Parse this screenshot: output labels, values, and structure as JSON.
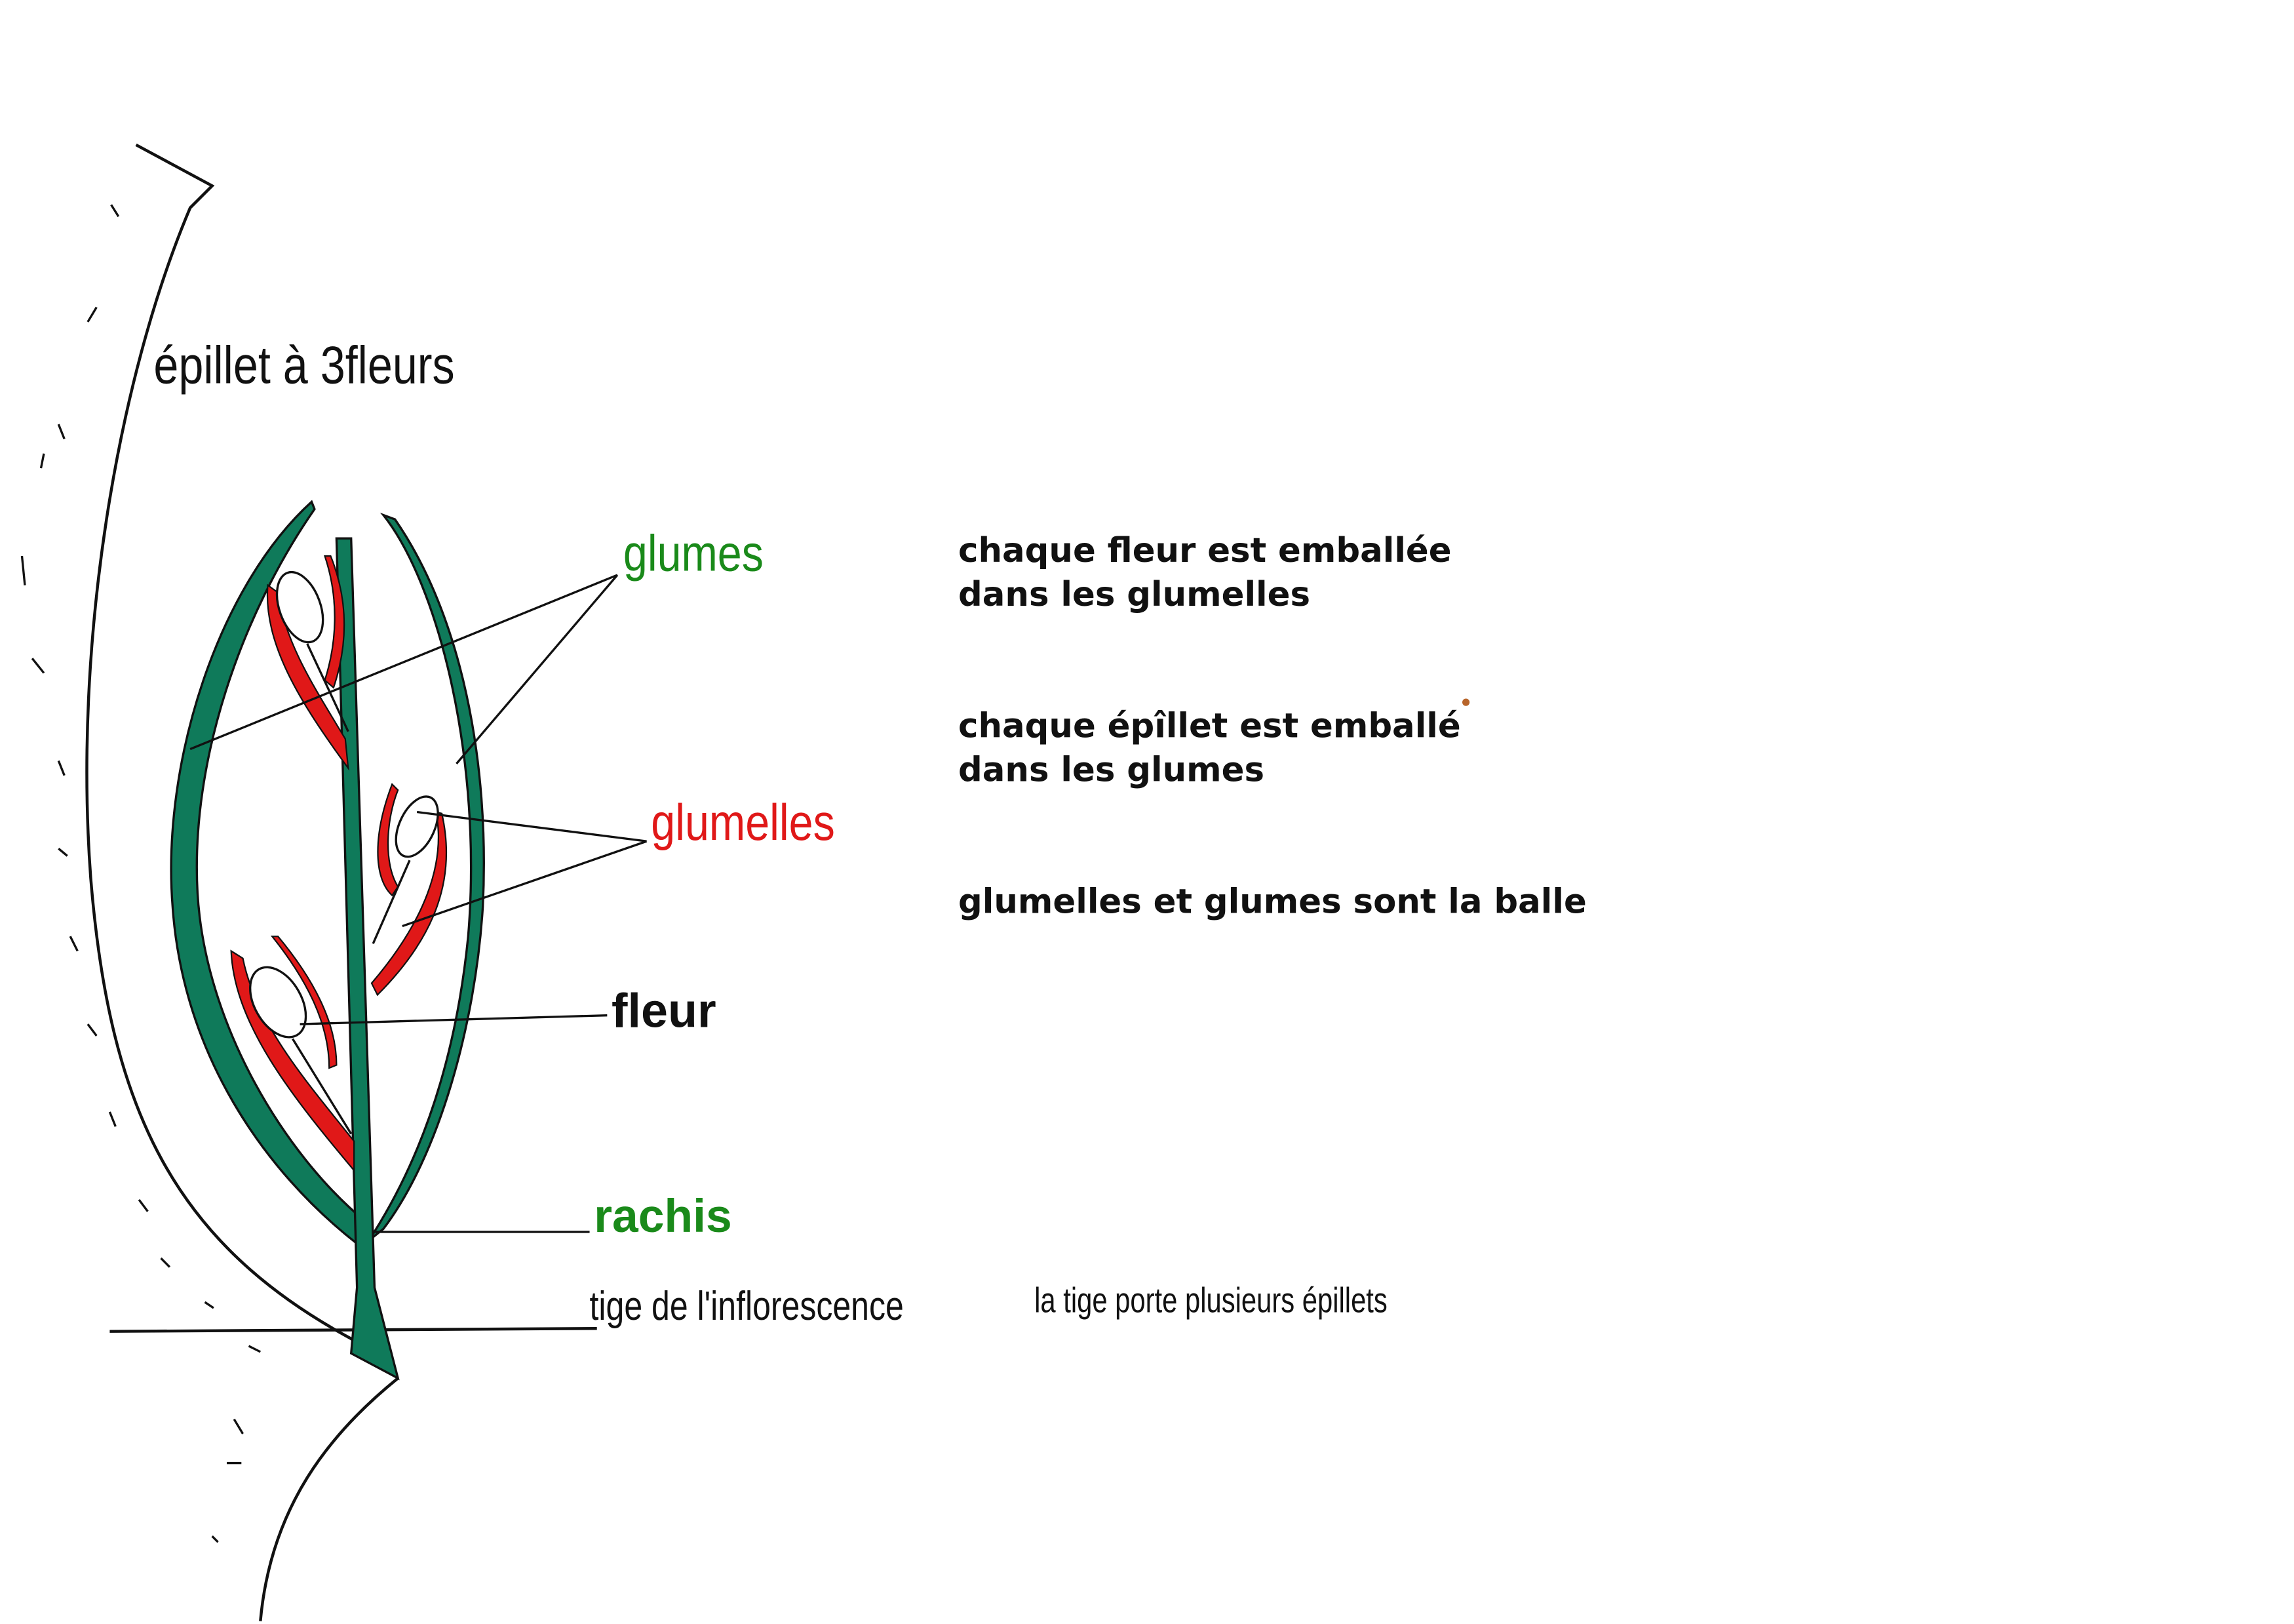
{
  "title": "épillet à 3fleurs",
  "labels": {
    "glumes": "glumes",
    "glumelles": "glumelles",
    "fleur": "fleur",
    "rachis": "rachis",
    "tige": "tige de l'inflorescence"
  },
  "notes": {
    "fleur_line1": "chaque fleur est emballée",
    "fleur_line2": "dans les glumelles",
    "epillet_line1": "chaque épîllet est emballé",
    "epillet_line2": "dans les glumes",
    "balle": "glumelles et glumes sont la balle",
    "tige_note": "la tige porte plusieurs épillets"
  },
  "colors": {
    "glume_green": "#0f7a5a",
    "label_green": "#1a8a1a",
    "glumelle_red": "#e01818",
    "ink": "#111111"
  }
}
